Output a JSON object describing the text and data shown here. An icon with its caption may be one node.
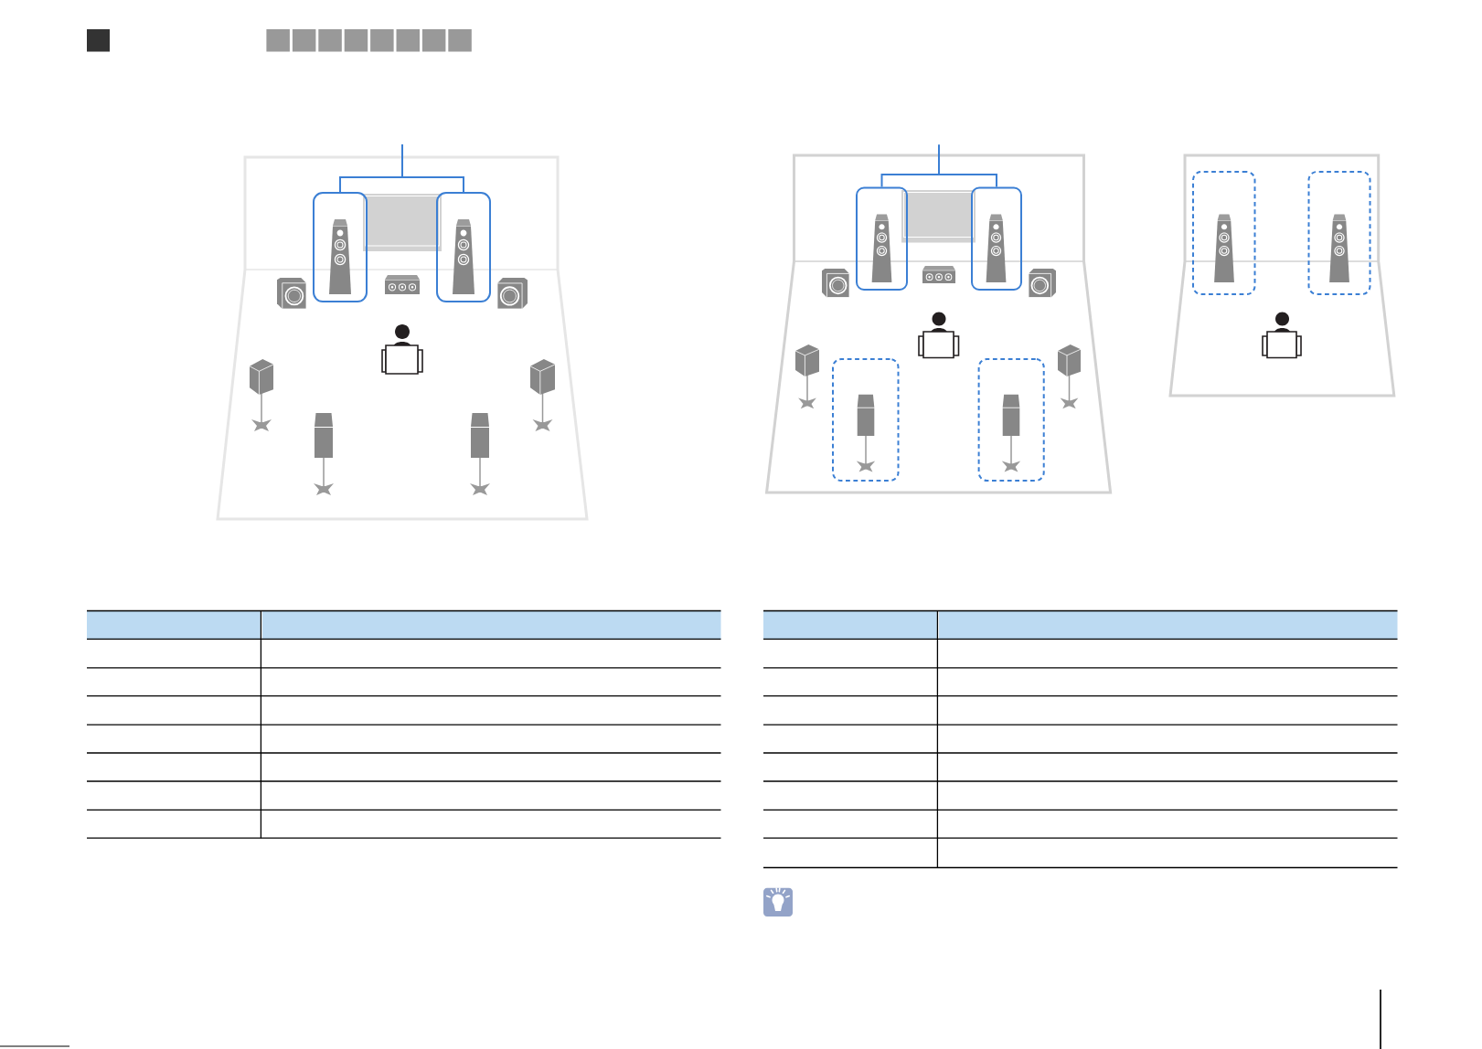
{
  "diagram": {
    "nodes": [
      {
        "text": [],
        "shape": "box"
      },
      {
        "text": [],
        "shape": "box"
      },
      {
        "text": [],
        "shape": "box"
      },
      {
        "text": [],
        "shape": "box"
      },
      {
        "text": [],
        "shape": "box"
      },
      {
        "text": [],
        "shape": "box"
      },
      {
        "text": [],
        "shape": "box"
      },
      {
        "text": [],
        "shape": "box"
      }
    ],
    "edges": [
      {
        "from": null,
        "to": 0,
        "arrow": "none"
      },
      {
        "from": null,
        "to": 1,
        "arrow": "none"
      },
      {
        "from": null,
        "to": 2,
        "arrow": "none"
      },
      {
        "from": null,
        "to": 3,
        "arrow": "none"
      }
    ]
  }
}
